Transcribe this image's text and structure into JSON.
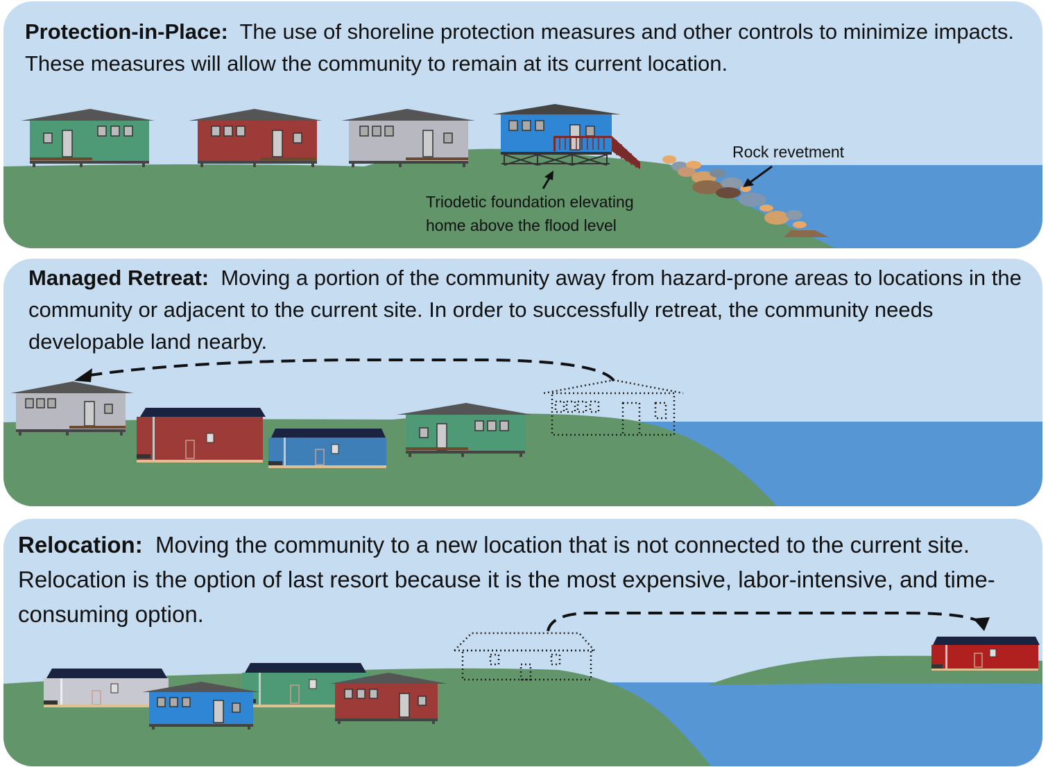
{
  "panels": [
    {
      "heading": "Protection-in-Place:",
      "body": "The use of shoreline protection measures and other controls to minimize impacts. These measures will allow the community to remain at its current location.",
      "annotations": {
        "foundation_line1": "Triodetic foundation elevating",
        "foundation_line2": "home above the flood level",
        "revetment": "Rock revetment"
      }
    },
    {
      "heading": "Managed Retreat:",
      "body": "Moving a portion of the community away from hazard-prone areas to locations in the community or adjacent to the current site.  In order to successfully retreat, the community needs developable land nearby."
    },
    {
      "heading": "Relocation:",
      "body": "Moving the community to a new location that is not connected to the current site.  Relocation is the option of last resort because it is the most expensive, labor-intensive, and time-consuming option."
    }
  ],
  "colors": {
    "sky": "#c6dcf1",
    "land": "#62956a",
    "water": "#5696d4",
    "house_green": "#4e9a76",
    "house_red": "#9c3b38",
    "house_gray": "#b8b8c0",
    "house_blue": "#2f86d4"
  }
}
